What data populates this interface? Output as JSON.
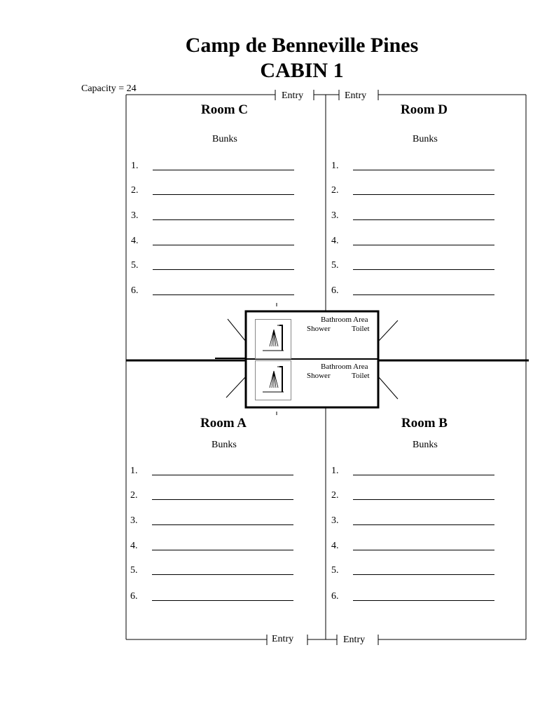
{
  "header": {
    "title": "Camp de Benneville Pines",
    "subtitle": "CABIN 1",
    "capacity": "Capacity = 24"
  },
  "entries": {
    "top_left": "Entry",
    "top_right": "Entry",
    "bottom_left": "Entry",
    "bottom_right": "Entry"
  },
  "rooms": {
    "c": {
      "name": "Room C",
      "bunks_label": "Bunks",
      "numbers": [
        "1.",
        "2.",
        "3.",
        "4.",
        "5.",
        "6."
      ]
    },
    "d": {
      "name": "Room D",
      "bunks_label": "Bunks",
      "numbers": [
        "1.",
        "2.",
        "3.",
        "4.",
        "5.",
        "6."
      ]
    },
    "a": {
      "name": "Room A",
      "bunks_label": "Bunks",
      "numbers": [
        "1.",
        "2.",
        "3.",
        "4.",
        "5.",
        "6."
      ]
    },
    "b": {
      "name": "Room B",
      "bunks_label": "Bunks",
      "numbers": [
        "1.",
        "2.",
        "3.",
        "4.",
        "5.",
        "6."
      ]
    }
  },
  "bathrooms": [
    {
      "area": "Bathroom Area",
      "shower": "Shower",
      "toilet": "Toilet",
      "icon": "shower-icon"
    },
    {
      "area": "Bathroom Area",
      "shower": "Shower",
      "toilet": "Toilet",
      "icon": "shower-icon"
    }
  ]
}
